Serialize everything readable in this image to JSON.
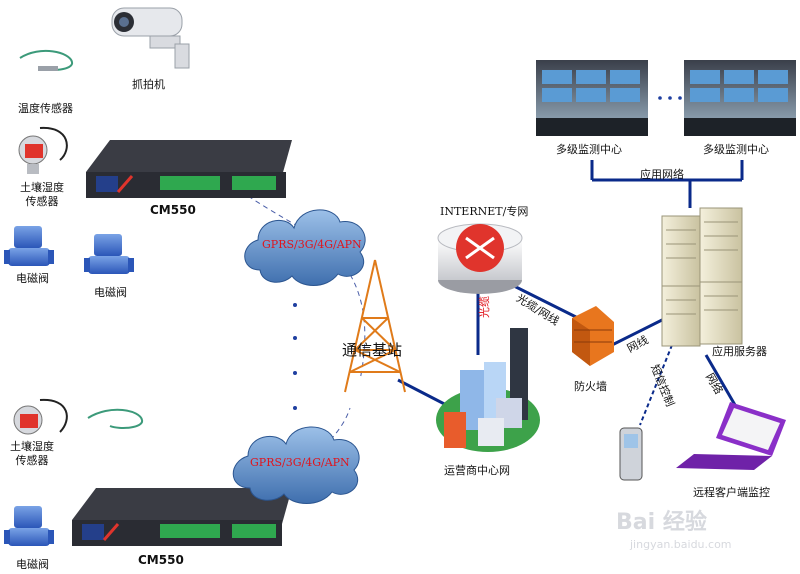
{
  "devices": {
    "camera": "抓拍机",
    "temp_sensor": "温度传感器",
    "soil_sensor_top": "土壤湿度\n传感器",
    "valve_1": "电磁阀",
    "valve_2": "电磁阀",
    "soil_sensor_bottom": "土壤湿度\n传感器",
    "valve_bottom": "电磁阀",
    "cm550_top": "CM550",
    "cm550_bottom": "CM550"
  },
  "network": {
    "cloud_top": "GPRS/3G/4G/APN",
    "cloud_bottom": "GPRS/3G/4G/APN",
    "base_station": "通信基站",
    "internet": "INTERNET/专网",
    "operator_center": "运营商中心网",
    "fiber": "光缆",
    "fiber_network_cable": "光缆/网线",
    "firewall": "防火墙",
    "network_cable": "网线",
    "app_server": "应用服务器",
    "app_network": "应用网络",
    "sms_control": "短信控制",
    "network_link": "网络",
    "remote_client": "远程客户端监控"
  },
  "monitoring": {
    "center_1": "多级监测中心",
    "center_2": "多级监测中心"
  },
  "watermark": {
    "brand": "Bai 经验",
    "url": "jingyan.baidu.com"
  },
  "colors": {
    "cloud": "#5b86bd",
    "device_body": "#2a2c33",
    "terminal": "#2fa84f",
    "network_line": "#0a2a8a",
    "firewall": "#e8761e",
    "server": "#e8e2c6",
    "laptop": "#8a2fc8",
    "tower": "#e07b1a"
  }
}
